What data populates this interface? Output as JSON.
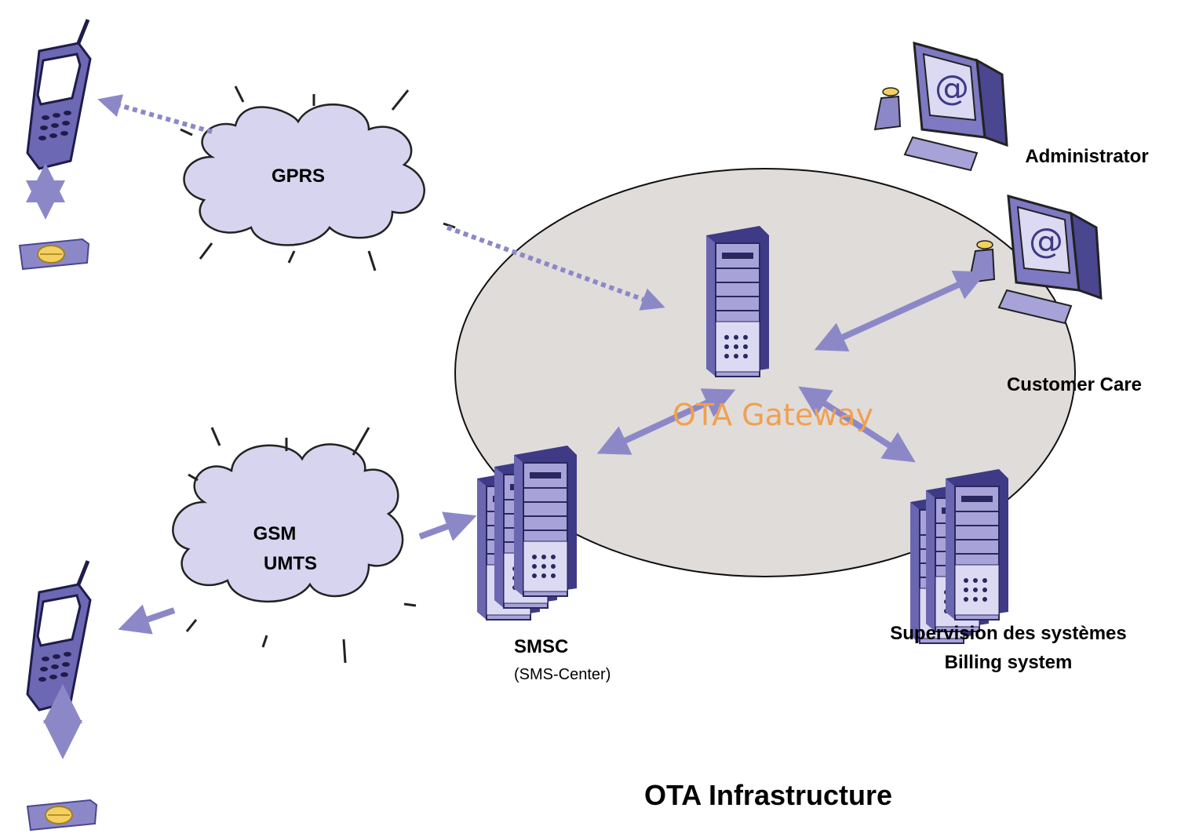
{
  "clouds": {
    "gprs": "GPRS",
    "gsm_line1": "GSM",
    "gsm_line2": "UMTS"
  },
  "gateway": {
    "label": "OTA Gateway",
    "color": "#f0a050"
  },
  "smsc": {
    "title": "SMSC",
    "subtitle": "(SMS-Center)"
  },
  "billing": {
    "line1": "Supervision des systèmes",
    "line2": "Billing system"
  },
  "admin": {
    "label": "Administrator"
  },
  "care": {
    "label": "Customer Care"
  },
  "footer": {
    "title": "OTA Infrastructure"
  },
  "colors": {
    "device_purple": "#8c88c8",
    "device_dark": "#4a4690",
    "cloud_fill": "#d6d4ee",
    "network_oval": "#e0dcda",
    "arrow": "#8c88c8"
  }
}
